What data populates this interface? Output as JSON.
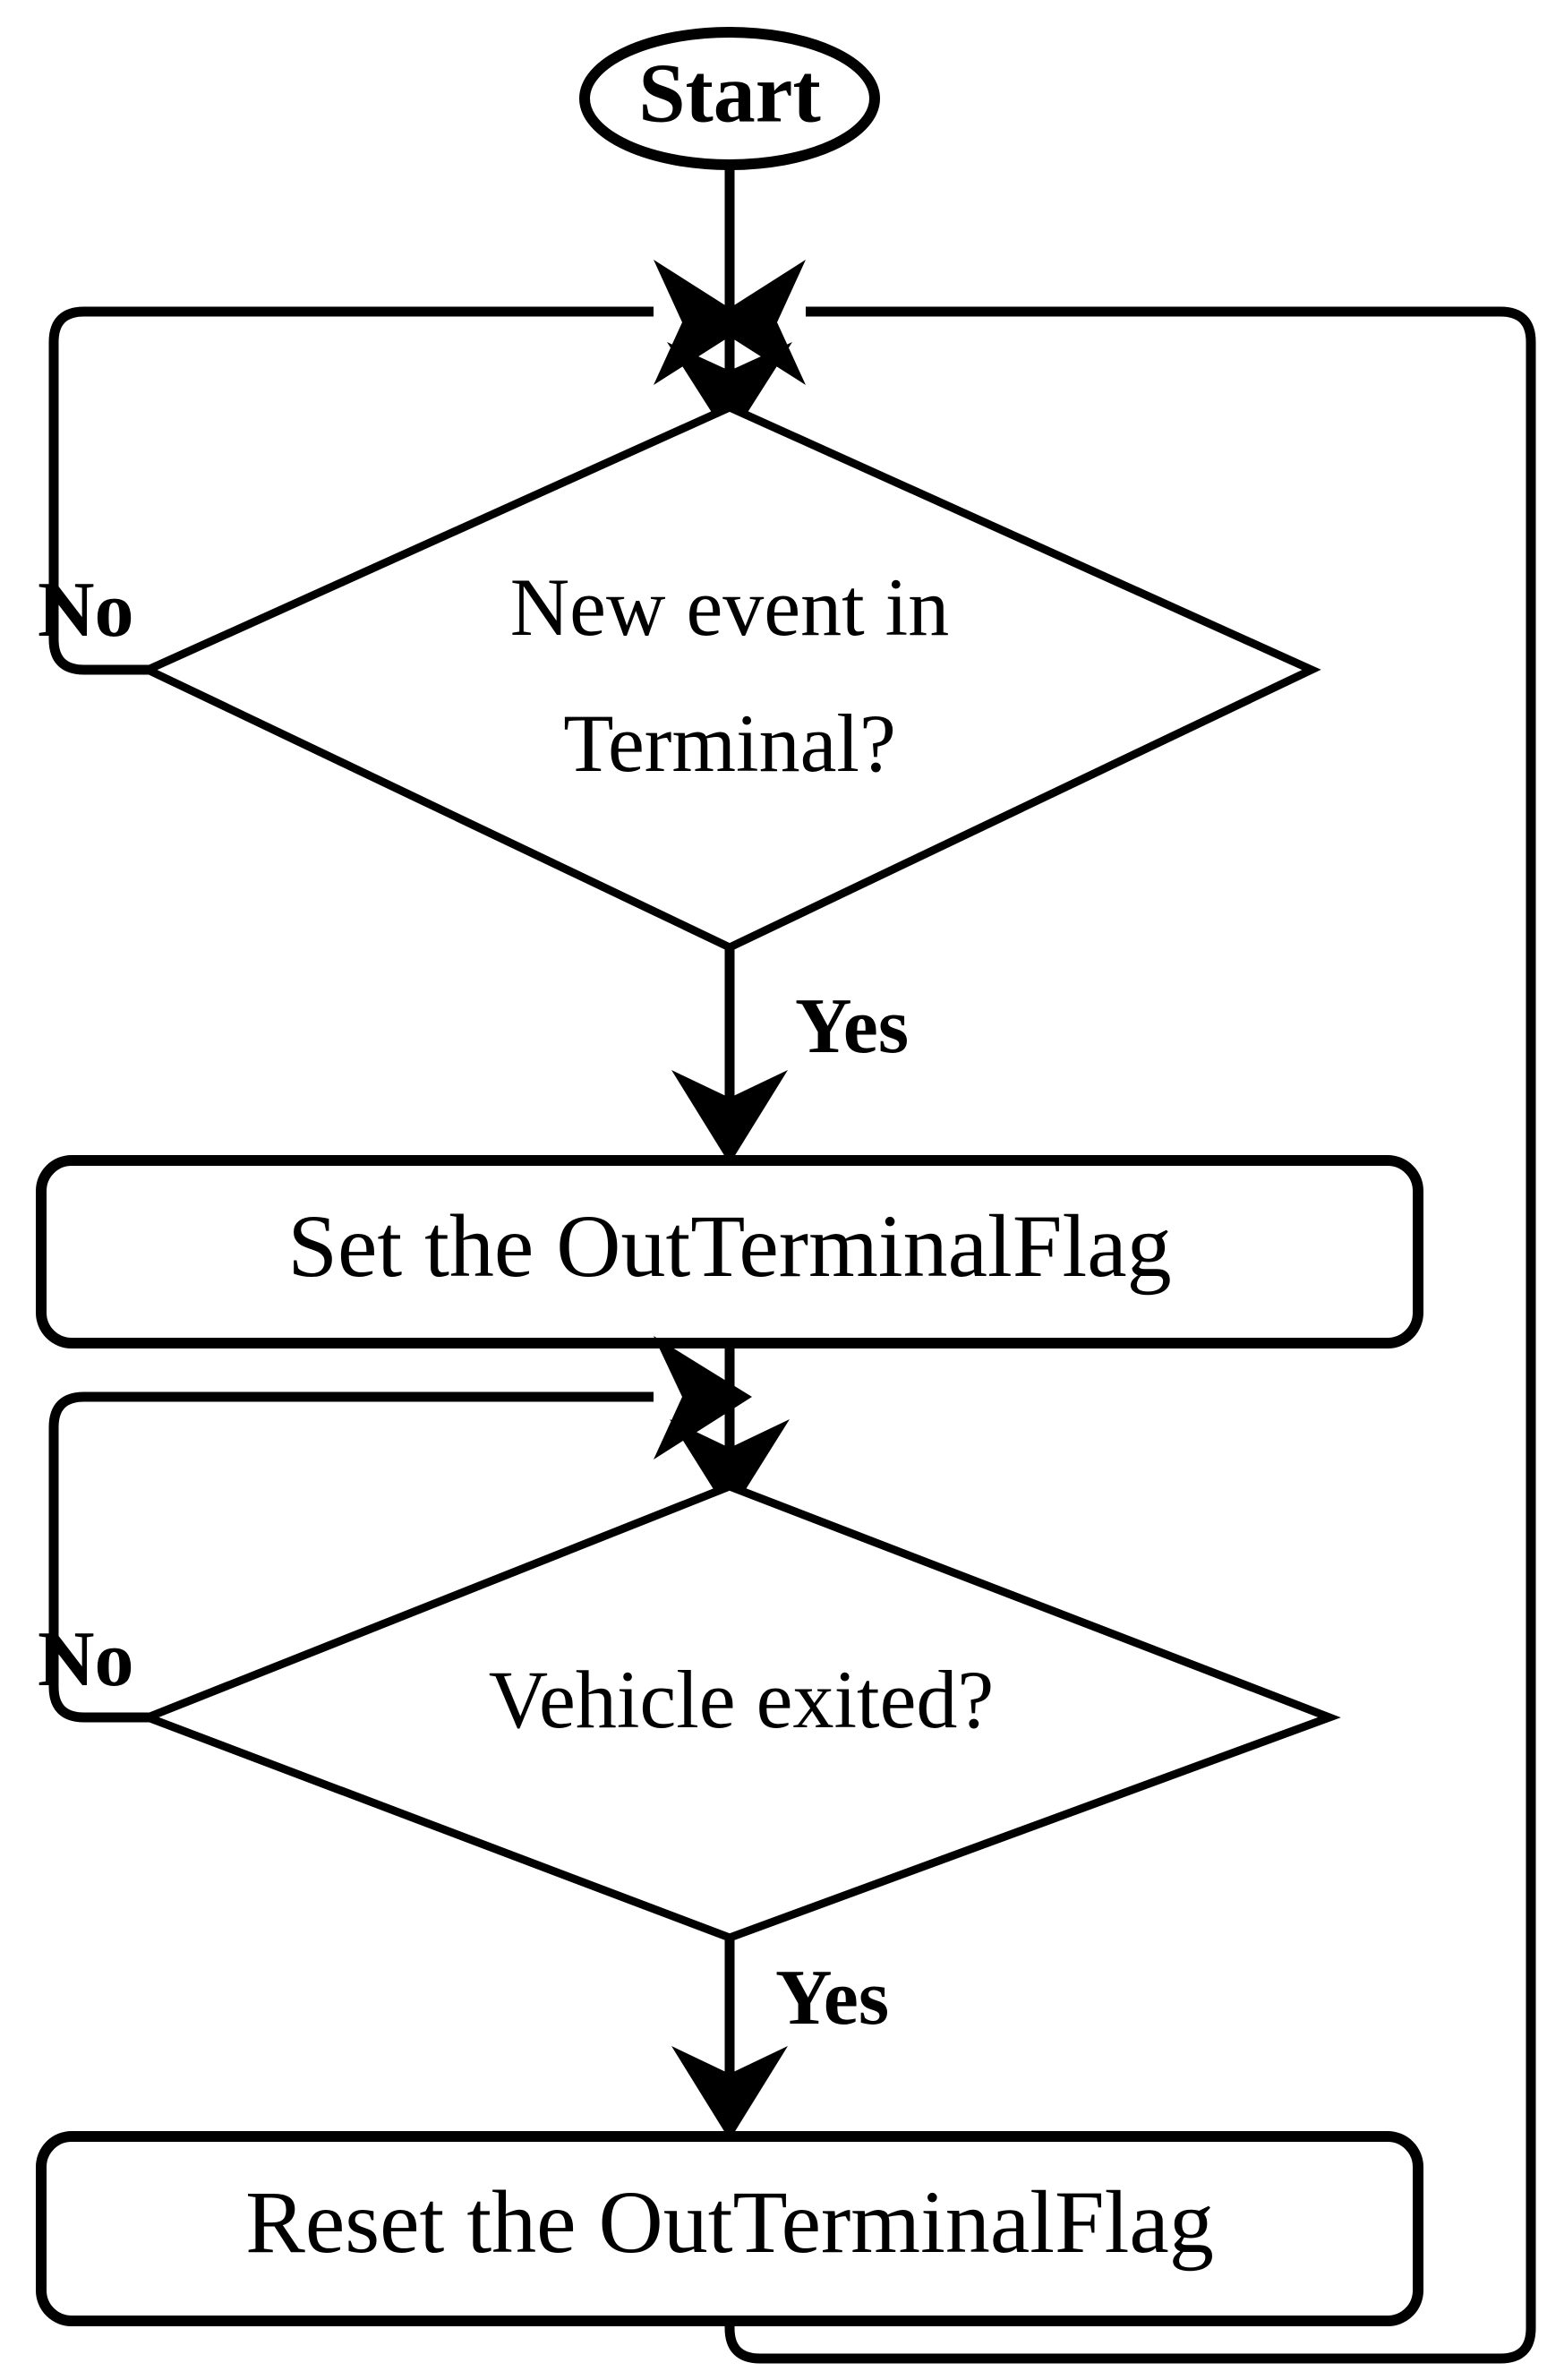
{
  "diagram": {
    "title": "OutTerminalFlag handling flowchart",
    "background_color": "#ffffff",
    "line_color": "#000000",
    "nodes": {
      "start": {
        "label": "Start",
        "shape": "ellipse"
      },
      "decision_new_event": {
        "label_line1": "New event in",
        "label_line2": "Terminal?",
        "shape": "diamond"
      },
      "process_set_flag": {
        "label": "Set the OutTerminalFlag",
        "shape": "rounded-rectangle"
      },
      "decision_vehicle_exited": {
        "label": "Vehicle exited?",
        "shape": "diamond"
      },
      "process_reset_flag": {
        "label": "Reset the OutTerminalFlag",
        "shape": "rounded-rectangle"
      }
    },
    "edge_labels": {
      "no_new_event": "No",
      "yes_new_event": "Yes",
      "no_vehicle_exited": "No",
      "yes_vehicle_exited": "Yes"
    }
  }
}
